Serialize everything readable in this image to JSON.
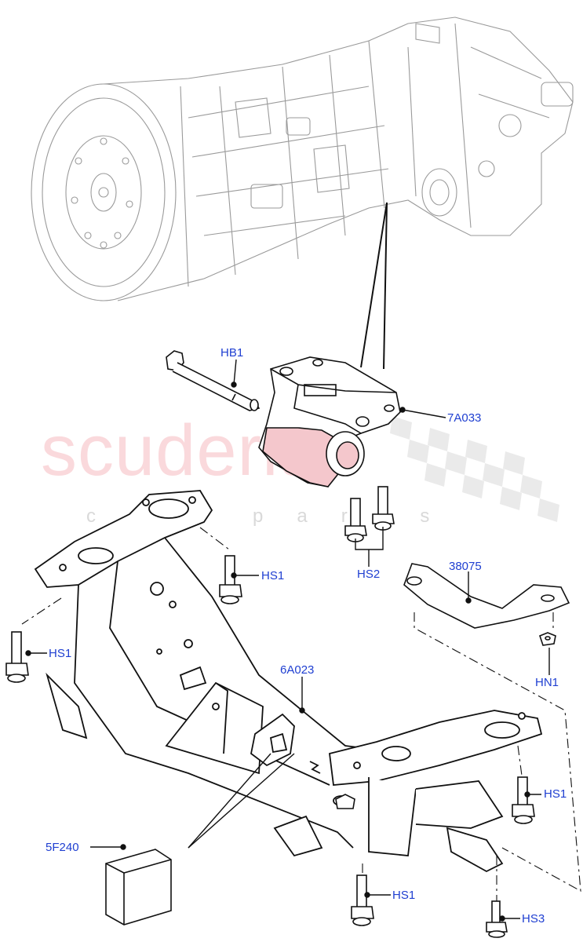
{
  "watermark": {
    "brand": "scuderia",
    "sub": "car parts",
    "color": "#ec7880"
  },
  "colors": {
    "callout_text": "#1f3fd1",
    "part_fill": "#ffffff",
    "part_stroke": "#111111",
    "transmission_stroke": "#9a9a9a",
    "mount_rubber": "#f4c7cc"
  },
  "callouts": {
    "hb1": "HB1",
    "a7033": "7A033",
    "hs2": "HS2",
    "hs1_top": "HS1",
    "hs1_left": "HS1",
    "b38075": "38075",
    "hn1": "HN1",
    "a6023": "6A023",
    "hs1_right": "HS1",
    "f5240": "5F240",
    "hs1_bottom": "HS1",
    "hs3": "HS3"
  }
}
